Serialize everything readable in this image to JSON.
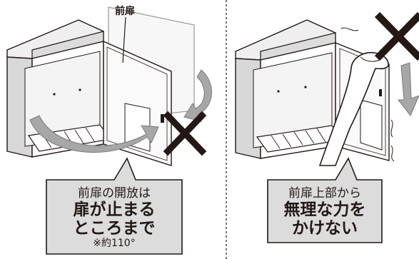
{
  "colors": {
    "outline": "#231815",
    "box_fill": "#efefef",
    "shadow": "#bfbfbf",
    "arrow_fill": "#a7a7a7",
    "x_mark": "#231815",
    "bubble_fill": "#dcdcdc"
  },
  "icons": {
    "left_prohibited": "x-mark-icon",
    "right_prohibited": "x-mark-icon",
    "swing": "curved-arrow-icon",
    "push_down": "down-arrow-icon"
  },
  "left_panel": {
    "door_label": "前扉",
    "caption": {
      "line1": "前扉の開放は",
      "line2": "扉が止まる",
      "line3": "ところまで",
      "line4": "※約110°"
    }
  },
  "right_panel": {
    "caption": {
      "line1": "前扉上部から",
      "line2": "無理な力を",
      "line3": "かけない"
    }
  }
}
